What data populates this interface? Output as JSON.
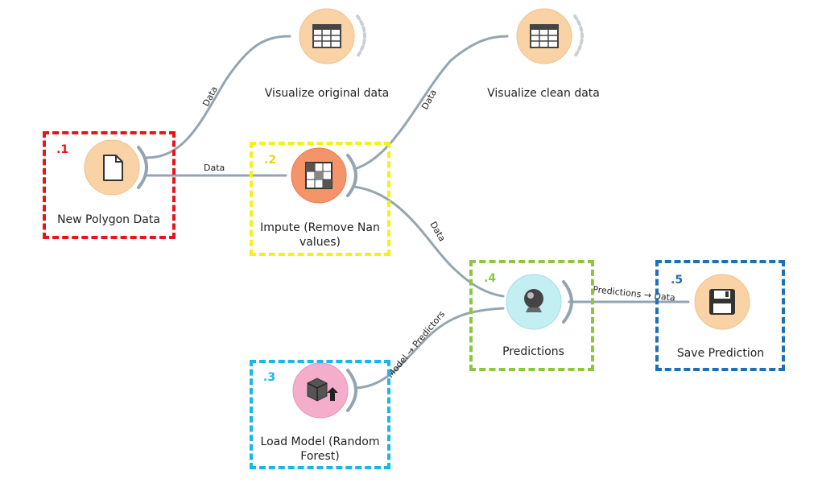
{
  "nodes": {
    "new_polygon_data": {
      "label": "New Polygon Data",
      "badge": ".1"
    },
    "impute": {
      "label_line1": "Impute (Remove Nan",
      "label_line2": "values)",
      "badge": ".2"
    },
    "load_model": {
      "label_line1": "Load Model (Random",
      "label_line2": "Forest)",
      "badge": ".3"
    },
    "predictions": {
      "label": "Predictions",
      "badge": ".4"
    },
    "save_prediction": {
      "label": "Save Prediction",
      "badge": ".5"
    },
    "visualize_original": {
      "label": "Visualize original data"
    },
    "visualize_clean": {
      "label": "Visualize clean data"
    }
  },
  "links": {
    "polygon_to_visualize_original": "Data",
    "polygon_to_impute": "Data",
    "impute_to_visualize_clean": "Data",
    "impute_to_predictions": "Data",
    "model_to_predictions": "Model → Predictors",
    "predictions_to_save": "Predictions → Data"
  },
  "colors": {
    "box_red": "#e8141c",
    "box_yellow": "#f2f21a",
    "box_light_blue": "#1ab6ea",
    "box_green": "#8cc63f",
    "box_dark_blue": "#1f6fb5",
    "link": "#94a5b0",
    "node_orange": "#f9d2a5",
    "node_dark_orange": "#f5946b",
    "node_pink": "#f4aecb",
    "node_cyan": "#c3eef2"
  }
}
